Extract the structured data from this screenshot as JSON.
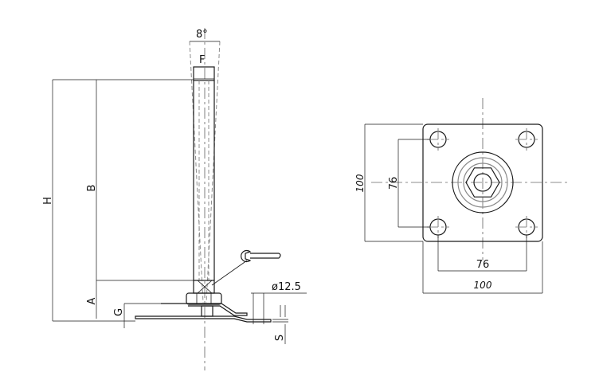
{
  "side_view": {
    "angle_label": "8°",
    "thread_label": "F",
    "height_total_label": "H",
    "height_b_label": "B",
    "height_a_label": "A",
    "base_g_label": "G",
    "hole_label": "ø12.5",
    "thickness_label": "S"
  },
  "top_view": {
    "overall_height_label": "100",
    "hole_spacing_v_label": "76",
    "hole_spacing_h_label": "76",
    "overall_width_label": "100"
  }
}
